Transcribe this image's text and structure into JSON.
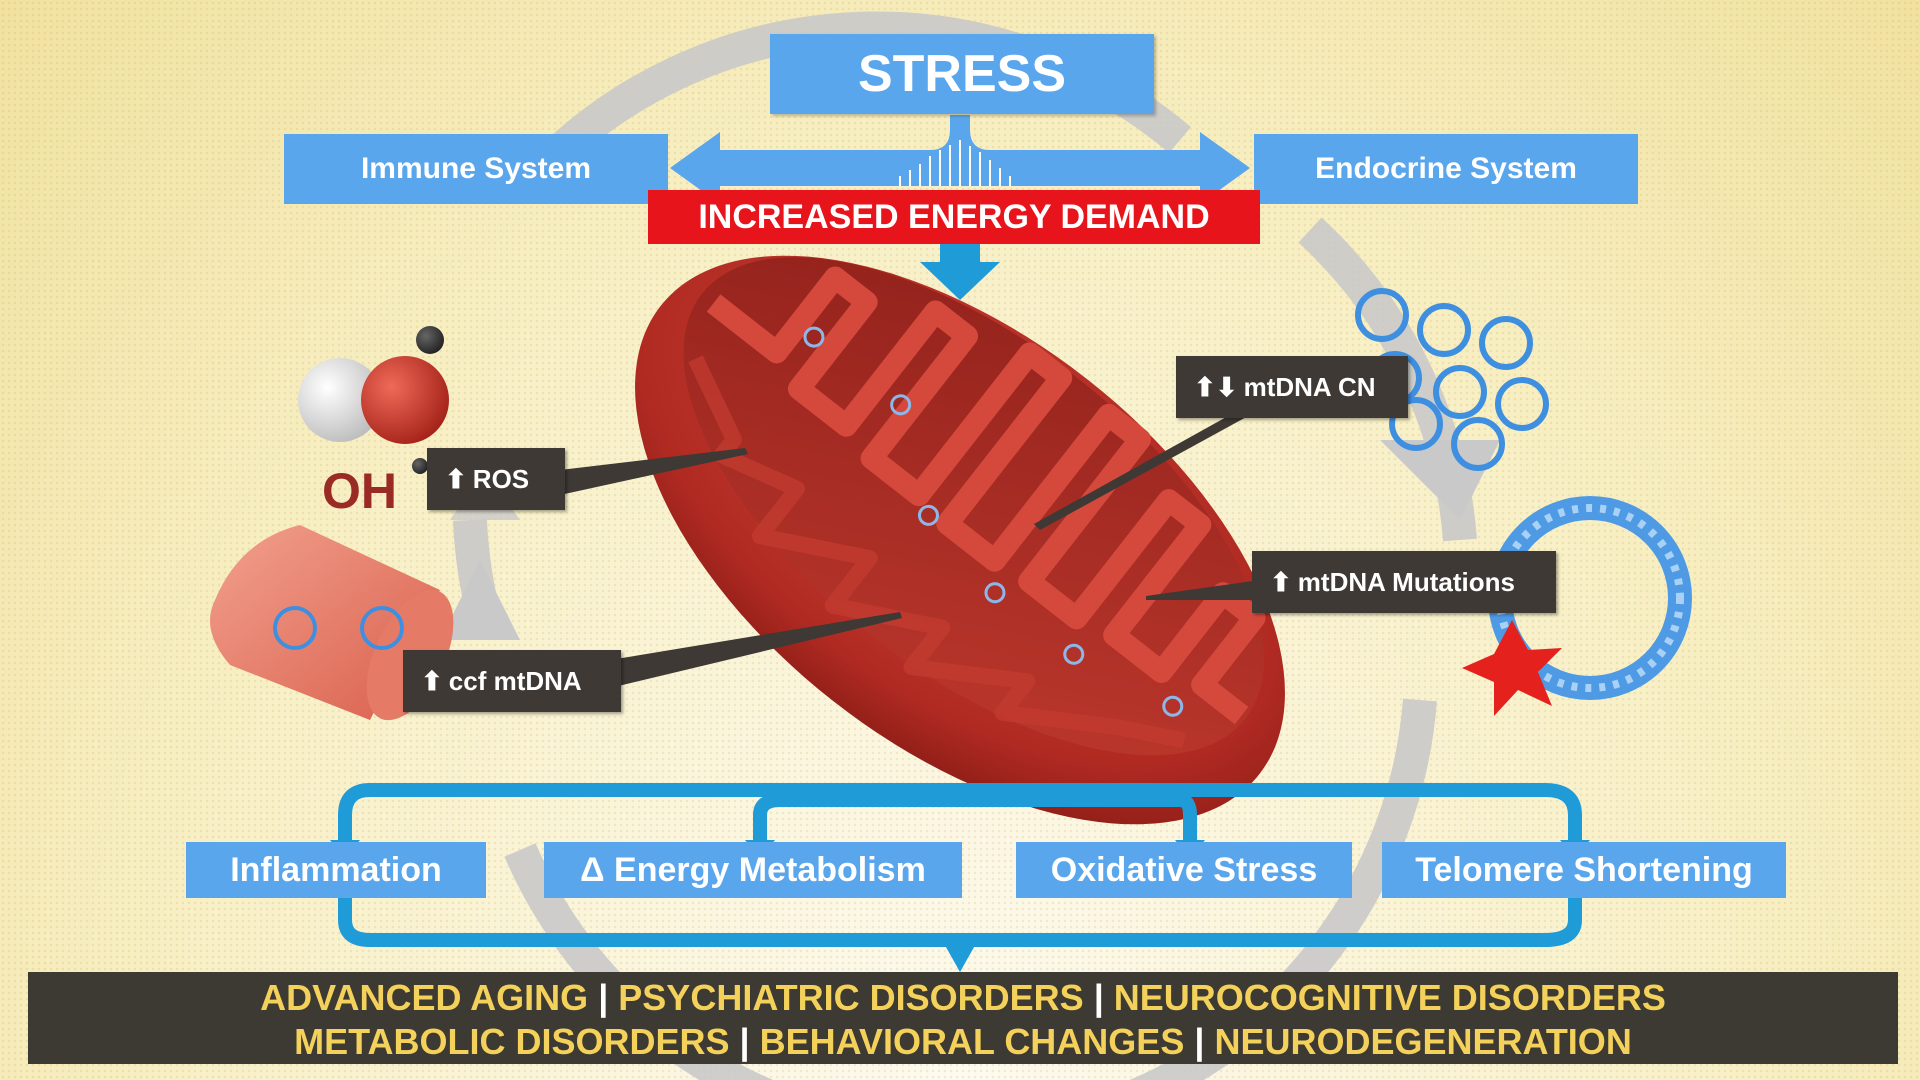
{
  "header": {
    "stress": "STRESS",
    "immune_system": "Immune System",
    "endocrine_system": "Endocrine System",
    "increased_energy_demand": "INCREASED ENERGY DEMAND"
  },
  "molecule": {
    "label": "OH"
  },
  "callouts": {
    "ros": {
      "arrow": "⬆",
      "label": "ROS"
    },
    "mtdna_cn": {
      "arrow": "⬆⬇",
      "label": "mtDNA CN"
    },
    "mtdna_mutations": {
      "arrow": "⬆",
      "label": "mtDNA Mutations"
    },
    "ccf_mtdna": {
      "arrow": "⬆",
      "label": "ccf mtDNA"
    }
  },
  "outcomes": {
    "inflammation": "Inflammation",
    "energy_metabolism": "Δ Energy Metabolism",
    "oxidative_stress": "Oxidative Stress",
    "telomere_shortening": "Telomere Shortening"
  },
  "disorders": {
    "line1": [
      "ADVANCED AGING",
      "PSYCHIATRIC DISORDERS",
      "NEUROCOGNITIVE DISORDERS"
    ],
    "line2": [
      "METABOLIC DISORDERS",
      "BEHAVIORAL CHANGES",
      "NEURODEGENERATION"
    ],
    "separator": "|"
  },
  "colors": {
    "blue_box": "#5aa6ec",
    "red_banner": "#e8141b",
    "dark_box": "#3e3935",
    "disorder_text": "#f3d15a",
    "mitochondrion": "#b5322a"
  }
}
